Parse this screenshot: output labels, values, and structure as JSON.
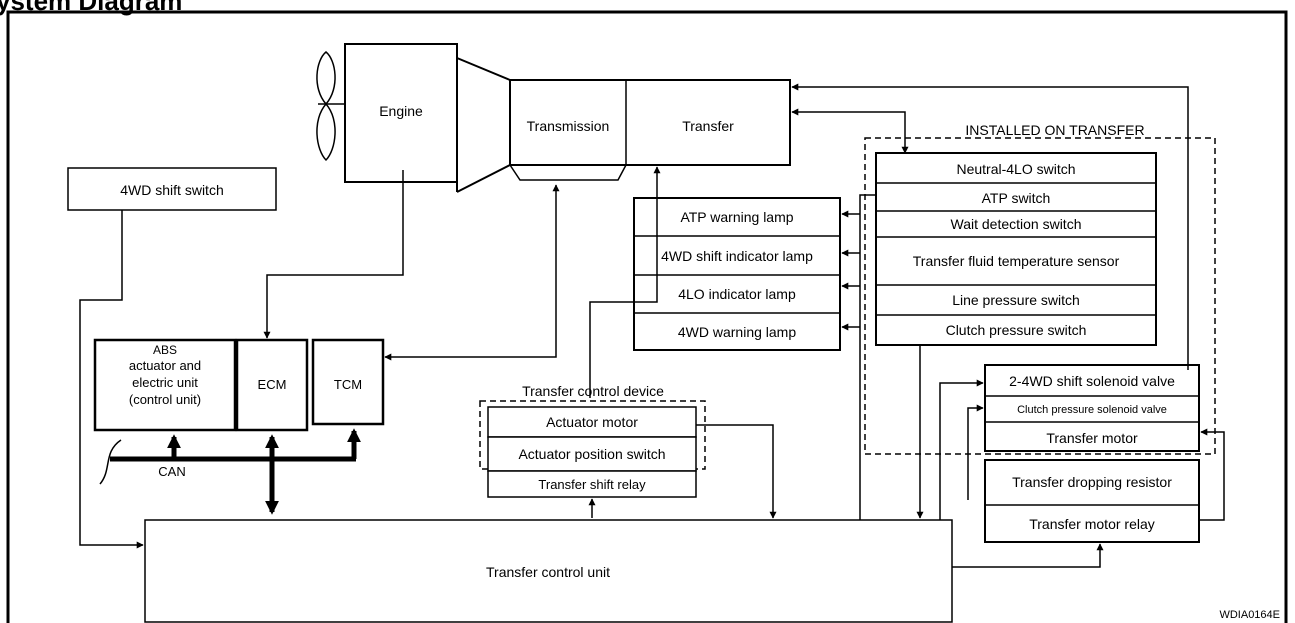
{
  "header": {
    "title": "ystem Diagram"
  },
  "nodes": {
    "engine": "Engine",
    "transmission": "Transmission",
    "transfer": "Transfer",
    "shift_switch": "4WD shift switch",
    "abs": [
      "ABS",
      "actuator and",
      "electric unit",
      "(control unit)"
    ],
    "ecm": "ECM",
    "tcm": "TCM",
    "can": "CAN",
    "atp_warning": "ATP warning lamp",
    "shift_indicator": "4WD shift indicator lamp",
    "lo_indicator": "4LO indicator lamp",
    "wd_warning": "4WD warning lamp",
    "transfer_control_device": "Transfer control device",
    "actuator_motor": "Actuator motor",
    "actuator_position_switch": "Actuator position switch",
    "transfer_shift_relay": "Transfer shift relay",
    "transfer_control_unit": "Transfer control unit",
    "installed_on_transfer": "INSTALLED ON TRANSFER",
    "neutral_4lo": "Neutral-4LO switch",
    "atp_switch": "ATP switch",
    "wait_detection": "Wait detection switch",
    "fluid_temp_sensor": "Transfer fluid temperature sensor",
    "line_pressure": "Line pressure switch",
    "clutch_pressure": "Clutch pressure switch",
    "shift_solenoid": "2-4WD shift solenoid valve",
    "clutch_solenoid": "Clutch pressure solenoid valve",
    "transfer_motor": "Transfer motor",
    "dropping_resistor": "Transfer dropping resistor",
    "motor_relay": "Transfer motor relay"
  },
  "figure_id": "WDIA0164E"
}
